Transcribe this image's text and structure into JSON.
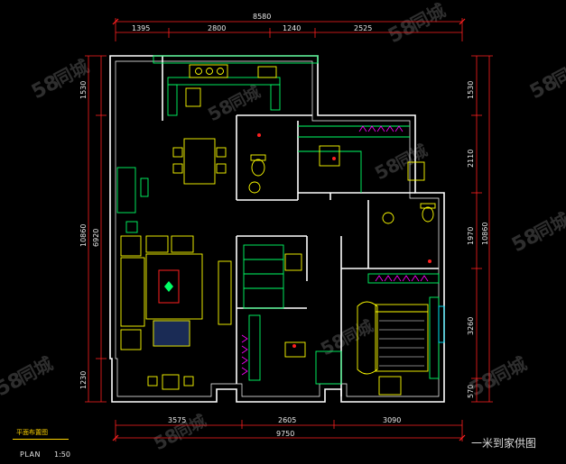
{
  "dimensions": {
    "top_total": "8580",
    "top_segments": [
      "1395",
      "2800",
      "1240",
      "2525"
    ],
    "bottom_total": "9750",
    "bottom_segments": [
      "3575",
      "2605",
      "3090"
    ],
    "left_total": "10860",
    "left_inner": "6920",
    "left_segments": [
      "1530",
      "1230"
    ],
    "right_total": "10860",
    "right_segments": [
      "1530",
      "2110",
      "1970",
      "3260",
      "570"
    ]
  },
  "title": {
    "drawing_name": "平面布置图",
    "plan_label": "PLAN",
    "scale": "1:50"
  },
  "watermark": {
    "brand_number": "58",
    "brand_text": "同城"
  },
  "credit": "一米到家供图",
  "colors": {
    "wall": "#ffffff",
    "furniture": "#ffff00",
    "fixtures": "#00ff66",
    "dimension": "#ff2020",
    "accent": "#ff00ff",
    "cyan": "#00e5ff"
  }
}
